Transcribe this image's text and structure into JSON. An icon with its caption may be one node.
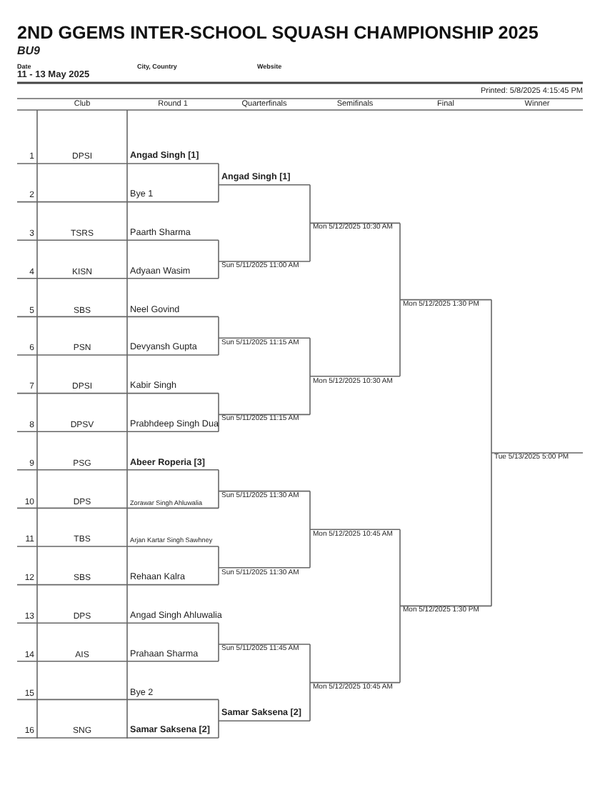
{
  "diagram": {
    "title": "2ND GGEMS INTER-SCHOOL SQUASH CHAMPIONSHIP 2025",
    "labels": [
      "BU9",
      "Date",
      "11 - 13 May 2025",
      "City, Country",
      "Website",
      "Printed: 5/8/2025 4:15:45 PM",
      "Club",
      "Round 1",
      "Quarterfinals",
      "Semifinals",
      "Final",
      "Winner",
      "1",
      "DPSI",
      "Angad Singh [1]",
      "2",
      "Bye 1",
      "3",
      "TSRS",
      "Paarth Sharma",
      "4",
      "KISN",
      "Adyaan Wasim",
      "5",
      "SBS",
      "Neel Govind",
      "6",
      "PSN",
      "Devyansh Gupta",
      "7",
      "DPSI",
      "Kabir Singh",
      "8",
      "DPSV",
      "Prabhdeep Singh Dua",
      "9",
      "PSG",
      "Abeer Roperia [3]",
      "10",
      "DPS",
      "Zorawar Singh Ahluwalia",
      "11",
      "TBS",
      "Arjan Kartar Singh Sawhney",
      "12",
      "SBS",
      "Rehaan Kalra",
      "13",
      "DPS",
      "Angad Singh Ahluwalia",
      "14",
      "AIS",
      "Prahaan Sharma",
      "15",
      "Bye 2",
      "16",
      "SNG",
      "Samar Saksena [2]",
      "Angad Singh [1]",
      "Sun 5/11/2025 11:00 AM",
      "Sun 5/11/2025 11:15 AM",
      "Sun 5/11/2025 11:15 AM",
      "Sun 5/11/2025 11:30 AM",
      "Sun 5/11/2025 11:30 AM",
      "Sun 5/11/2025 11:45 AM",
      "Samar Saksena [2]",
      "Mon 5/12/2025 10:30 AM",
      "Mon 5/12/2025 10:30 AM",
      "Mon 5/12/2025 10:45 AM",
      "Mon 5/12/2025 10:45 AM",
      "Mon 5/12/2025 1:30 PM",
      "Mon 5/12/2025 1:30 PM",
      "Tue 5/13/2025 5:00 PM"
    ]
  }
}
